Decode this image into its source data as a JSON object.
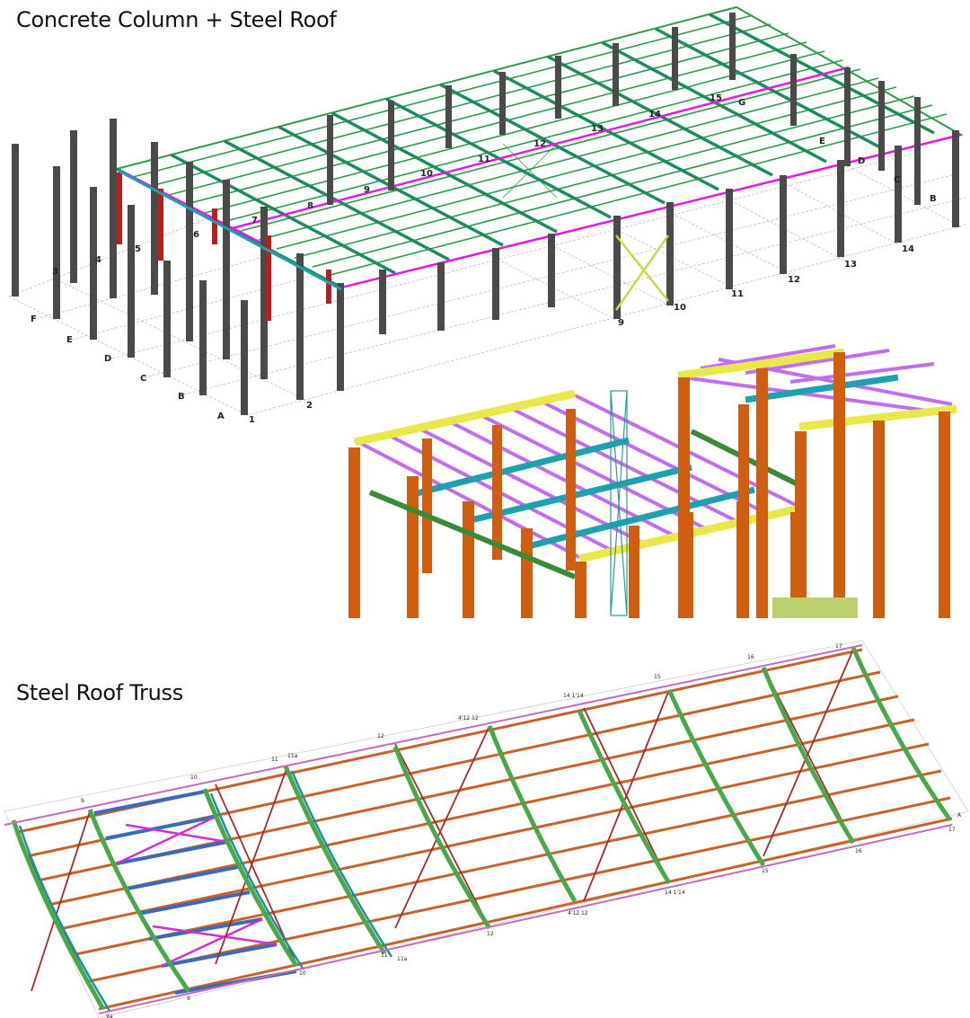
{
  "titles": {
    "top": "Concrete Column + Steel Roof",
    "bottom": "Steel Roof Truss"
  },
  "grid_labels_left": [
    "F",
    "E",
    "D",
    "C",
    "B",
    "A"
  ],
  "grid_labels_front": [
    "1",
    "2",
    "9",
    "10",
    "11",
    "12",
    "13",
    "14"
  ],
  "grid_labels_right": [
    "D",
    "C",
    "B"
  ],
  "grid_labels_roof": [
    "5",
    "6",
    "7",
    "8",
    "9",
    "10",
    "11",
    "12",
    "13",
    "14",
    "15",
    "E"
  ],
  "truss_labels_front": [
    "9a",
    "9",
    "10",
    "11",
    "11a",
    "12",
    "4'12 12",
    "14 1'14",
    "15",
    "16",
    "17"
  ],
  "truss_labels_back": [
    "9",
    "10",
    "11",
    "11a",
    "12",
    "4'12 12",
    "14 1'14",
    "15",
    "16",
    "17",
    "A"
  ],
  "colors": {
    "concrete_column": "#4a4a4a",
    "roof_purlin": "#2e9a4a",
    "roof_beam": "#e01ae0",
    "bracing": "#c8d84a",
    "steel_column": "#d05e10",
    "purlin_violet": "#c26cf0",
    "beam_yellow": "#e8e84a",
    "tie_cyan": "#1ea0b0",
    "truss_green": "#4aa84a",
    "truss_orange": "#d0702a",
    "truss_blue": "#3a6ab8",
    "truss_magenta": "#d030d0"
  }
}
